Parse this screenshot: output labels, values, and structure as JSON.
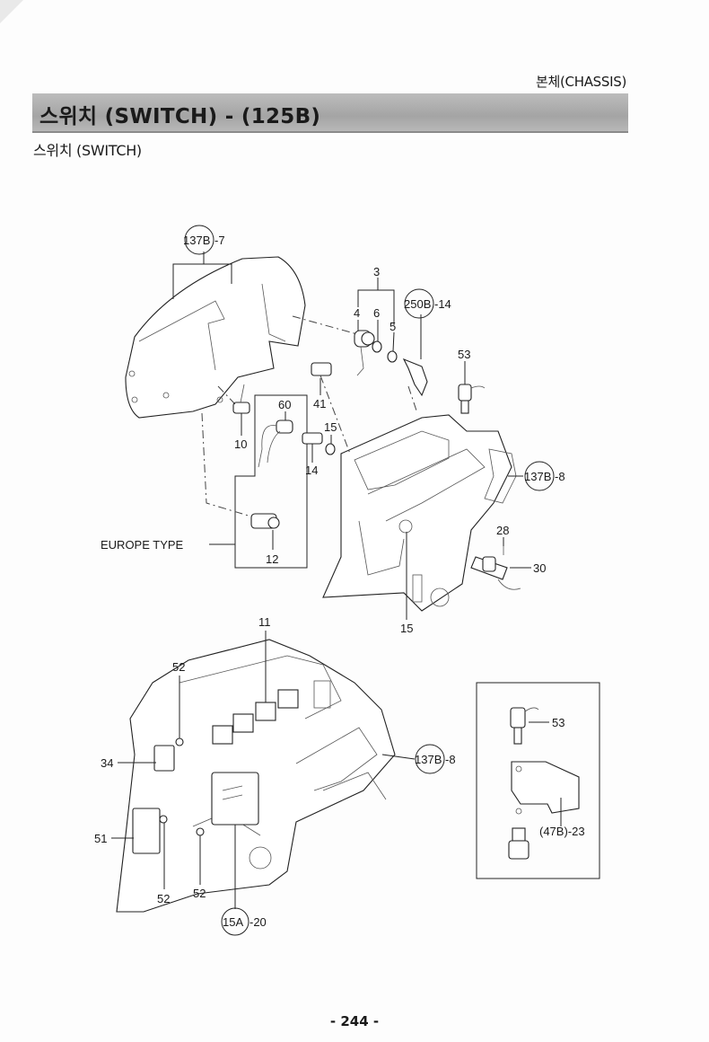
{
  "header": {
    "section": "본체(CHASSIS)",
    "title": "스위치 (SWITCH) - (125B)",
    "subtitle": "스위치 (SWITCH)"
  },
  "labels": {
    "ref_137b_7": "137B",
    "ref_137b_7_suffix": "-7",
    "ref_250b_14": "250B",
    "ref_250b_14_suffix": "-14",
    "ref_137b_8a": "137B",
    "ref_137b_8a_suffix": "-8",
    "ref_137b_8b": "137B",
    "ref_137b_8b_suffix": "-8",
    "ref_15a_20": "15A",
    "ref_15a_20_suffix": "-20",
    "ref_47b_23": "(47B)-23",
    "europe": "EUROPE TYPE",
    "p3": "3",
    "p4": "4",
    "p6": "6",
    "p5": "5",
    "p53a": "53",
    "p41": "41",
    "p60": "60",
    "p15a": "15",
    "p10": "10",
    "p14": "14",
    "p28": "28",
    "p30": "30",
    "p12": "12",
    "p15b": "15",
    "p11": "11",
    "p52a": "52",
    "p34": "34",
    "p51": "51",
    "p52b": "52",
    "p52c": "52",
    "p53b": "53"
  },
  "footer": {
    "page": "- 244 -"
  }
}
